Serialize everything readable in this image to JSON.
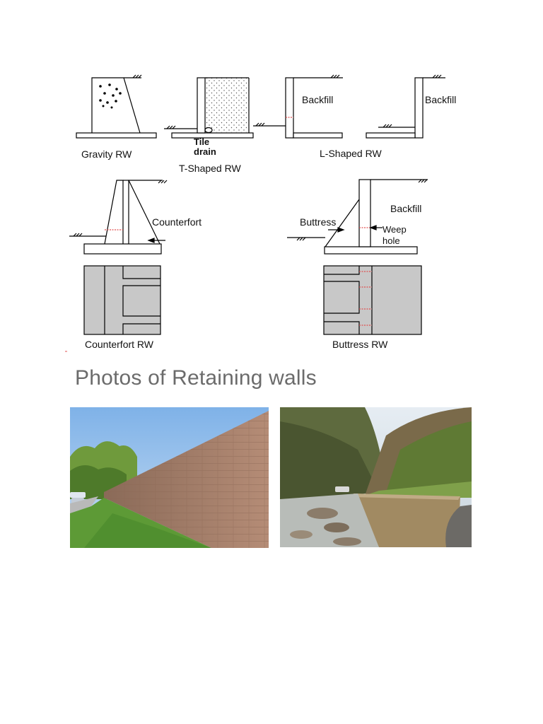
{
  "diagram": {
    "labels": {
      "gravity": "Gravity RW",
      "tile": "Tile",
      "drain": "drain",
      "tshaped": "T-Shaped RW",
      "backfill1": "Backfill",
      "backfill2": "Backfill",
      "lshaped": "L-Shaped RW",
      "counterfort": "Counterfort",
      "buttress": "Buttress",
      "backfill3": "Backfill",
      "weep": "Weep",
      "hole": "hole",
      "counterfort_rw": "Counterfort RW",
      "buttress_rw": "Buttress RW"
    },
    "colors": {
      "line": "#000000",
      "plan_fill": "#c8c8c8",
      "weep": "#e05050"
    }
  },
  "heading": "Photos of Retaining walls",
  "photos": [
    {
      "name": "brick-retaining-wall-photo"
    },
    {
      "name": "riverside-retaining-wall-photo"
    }
  ]
}
